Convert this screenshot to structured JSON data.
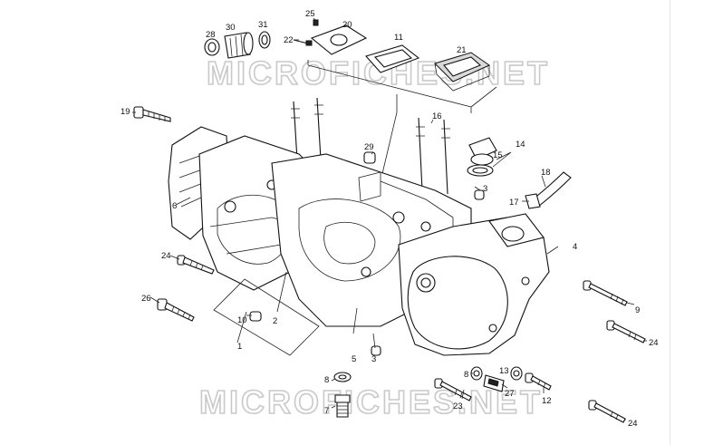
{
  "watermark": {
    "text": "MICROFICHES.NET"
  },
  "callouts": {
    "c1": "1",
    "c2": "2",
    "c3a": "3",
    "c3b": "3",
    "c4": "4",
    "c5": "5",
    "c6": "6",
    "c7": "7",
    "c8a": "8",
    "c8b": "8",
    "c9": "9",
    "c10": "10",
    "c11": "11",
    "c12": "12",
    "c13": "13",
    "c14": "14",
    "c15": "15",
    "c16": "16",
    "c17": "17",
    "c18": "18",
    "c19": "19",
    "c20": "20",
    "c21": "21",
    "c22": "22",
    "c23": "23",
    "c24a": "24",
    "c24b": "24",
    "c24c": "24",
    "c25": "25",
    "c26": "26",
    "c27": "27",
    "c28": "28",
    "c29": "29",
    "c30": "30",
    "c31": "31"
  },
  "colors": {
    "line": "#111111",
    "background": "#ffffff",
    "watermark_outline": "#c9c9c9"
  }
}
